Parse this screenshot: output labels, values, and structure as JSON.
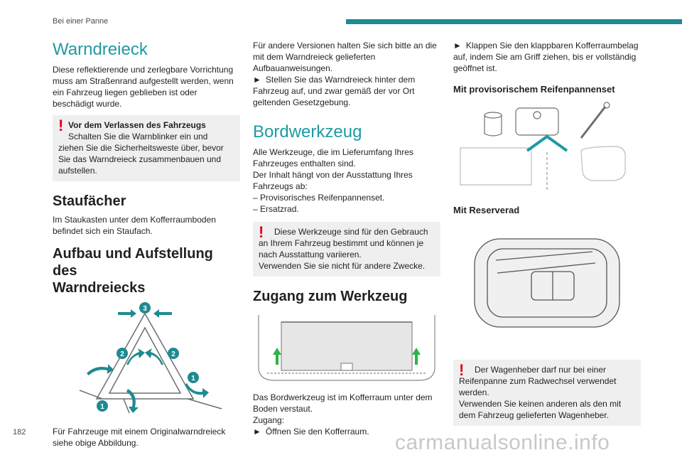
{
  "page": {
    "section_header": "Bei einer Panne",
    "page_number": "182"
  },
  "col1": {
    "warndreieck_title": "Warndreieck",
    "warndreieck_text": "Diese reflektierende und zerlegbare Vorrichtung muss am Straßenrand aufgestellt werden, wenn ein Fahrzeug liegen geblieben ist oder beschädigt wurde.",
    "warning1_title": "Vor dem Verlassen des Fahrzeugs",
    "warning1_text": "Schalten Sie die Warnblinker ein und ziehen Sie die Sicherheitsweste über, bevor Sie das Warndreieck zusammenbauen und aufstellen.",
    "staufaecher_title": "Staufächer",
    "staufaecher_text": "Im Staukasten unter dem Kofferraumboden befindet sich ein Staufach.",
    "aufbau_title_line1": "Aufbau und Aufstellung des",
    "aufbau_title_line2": "Warndreiecks",
    "callouts": [
      "3",
      "2",
      "2",
      "1",
      "1"
    ],
    "aufbau_text": "Für Fahrzeuge mit einem Originalwarndreieck siehe obige Abbildung."
  },
  "col2": {
    "intro_text": "Für andere Versionen halten Sie sich bitte an die mit dem Warndreieck gelieferten Aufbauanweisungen.",
    "step_text": "Stellen Sie das Warndreieck hinter dem Fahrzeug auf, und zwar gemäß der vor Ort geltenden Gesetzgebung.",
    "bordwerkzeug_title": "Bordwerkzeug",
    "bordwerkzeug_text1": "Alle Werkzeuge, die im Lieferumfang Ihres Fahrzeuges enthalten sind.",
    "bordwerkzeug_text2": "Der Inhalt hängt von der Ausstattung Ihres Fahrzeugs ab:",
    "list_items": [
      "Provisorisches Reifenpannenset.",
      "Ersatzrad."
    ],
    "warning2_line1": "Diese Werkzeuge sind für den Gebrauch an Ihrem Fahrzeug bestimmt und können je nach Ausstattung variieren.",
    "warning2_line2": "Verwenden Sie sie nicht für andere Zwecke.",
    "zugang_title": "Zugang zum Werkzeug",
    "zugang_text1": "Das Bordwerkzeug ist im Kofferraum unter dem Boden verstaut.",
    "zugang_text2": "Zugang:",
    "zugang_step": "Öffnen Sie den Kofferraum."
  },
  "col3": {
    "step_text": "Klappen Sie den klappbaren Kofferraumbelag auf, indem Sie am Griff ziehen, bis er vollständig geöffnet ist.",
    "repair_kit_title": "Mit provisorischem Reifenpannenset",
    "spare_wheel_title": "Mit Reserverad",
    "warning3_line1": "Der Wagenheber darf nur bei einer Reifenpanne zum Radwechsel verwendet werden.",
    "warning3_line2": "Verwenden Sie keinen anderen als den mit dem Fahrzeug gelieferten Wagenheber."
  },
  "footer": {
    "watermark": "carmanualsonline.info"
  },
  "colors": {
    "accent": "#1f9aa3",
    "warning_red": "#e2001a",
    "callout_teal": "#1f8a92",
    "box_bg": "#efefef"
  },
  "icons": {
    "step_arrow": "►"
  }
}
